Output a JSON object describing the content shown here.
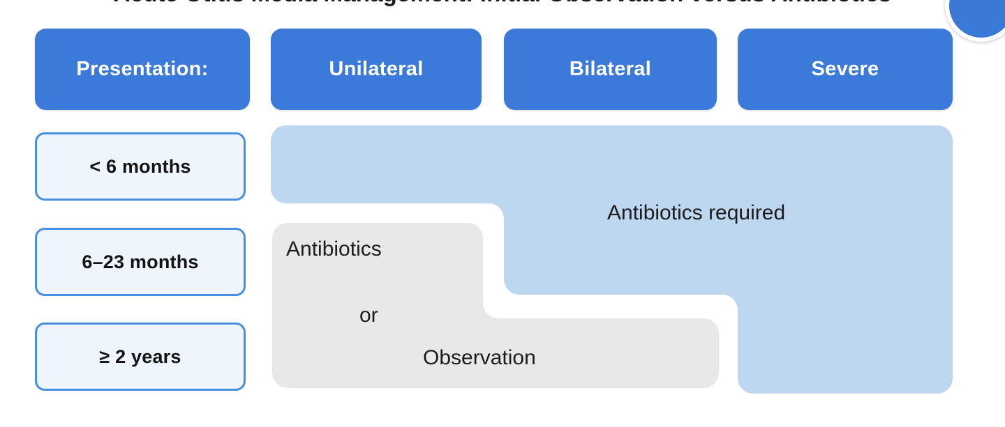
{
  "page": {
    "title_partial": "Acute Otitis Media Management: Initial Observation versus Antibiotics",
    "background_color": "#ffffff"
  },
  "corner_button": {
    "name": "floating-action-button",
    "color": "#3a79d6"
  },
  "colors": {
    "header_blue": "#3b7ad8",
    "region_blue": "#bcd7ef",
    "region_gray": "#e8e8e8",
    "age_border": "#4a8ee0",
    "age_fill": "#eff5fd",
    "text_dark": "#1c1c1c",
    "text_light": "#ffffff"
  },
  "header": {
    "row_label": "Presentation:",
    "columns": [
      {
        "label": "Unilateral"
      },
      {
        "label": "Bilateral"
      },
      {
        "label": "Severe"
      }
    ]
  },
  "rows": [
    {
      "label": "< 6 months"
    },
    {
      "label": "6–23 months"
    },
    {
      "label": "≥ 2 years"
    }
  ],
  "regions": [
    {
      "name": "antibiotics-required-region",
      "label": "Antibiotics required",
      "fill": "#bcd7ef",
      "covers": [
        "< 6 months / Unilateral",
        "< 6 months / Bilateral",
        "< 6 months / Severe",
        "6–23 months / Bilateral",
        "6–23 months / Severe",
        "≥ 2 years / Severe"
      ]
    },
    {
      "name": "antibiotics-or-observation-region",
      "label_line_1": "Antibiotics",
      "label_line_2": "or",
      "label_line_3": "Observation",
      "fill": "#e8e8e8",
      "covers": [
        "6–23 months / Unilateral",
        "≥ 2 years / Unilateral",
        "≥ 2 years / Bilateral"
      ]
    }
  ],
  "chart_data": {
    "type": "table",
    "title": "Acute Otitis Media Management: Initial Observation versus Antibiotics",
    "xlabel": "Presentation:",
    "ylabel": "",
    "categories": [
      "Unilateral",
      "Bilateral",
      "Severe"
    ],
    "row_categories": [
      "< 6 months",
      "6–23 months",
      "≥ 2 years"
    ],
    "cells": [
      [
        "Antibiotics required",
        "Antibiotics required",
        "Antibiotics required"
      ],
      [
        "Antibiotics or Observation",
        "Antibiotics required",
        "Antibiotics required"
      ],
      [
        "Antibiotics or Observation",
        "Antibiotics or Observation",
        "Antibiotics required"
      ]
    ],
    "legend": [
      {
        "name": "Antibiotics required",
        "color": "#bcd7ef"
      },
      {
        "name": "Antibiotics or Observation",
        "color": "#e8e8e8"
      }
    ],
    "grid": false,
    "legend_position": "none"
  }
}
